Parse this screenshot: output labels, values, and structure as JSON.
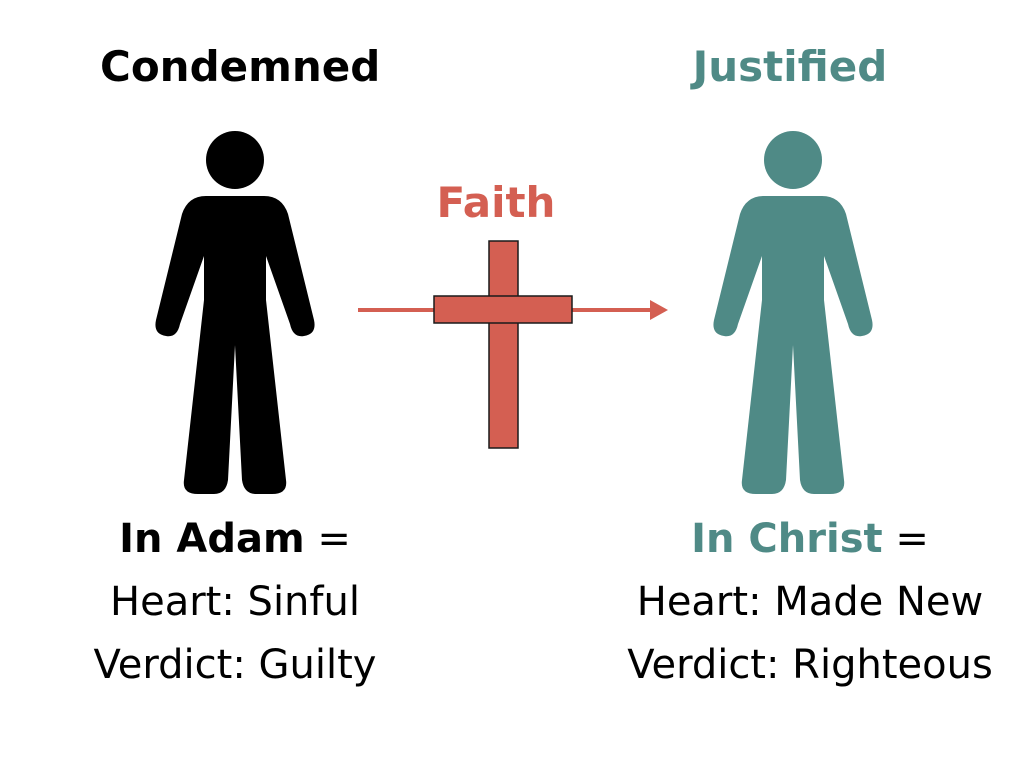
{
  "left": {
    "heading": "Condemned",
    "subject": "In Adam",
    "equals": " =",
    "heart": "Heart: Sinful",
    "verdict": "Verdict: Guilty",
    "color": "#000000",
    "icon": "person-icon"
  },
  "center": {
    "label": "Faith",
    "color": "#d45f52",
    "icon": "cross-icon",
    "arrow_icon": "arrow-right-icon"
  },
  "right": {
    "heading": "Justified",
    "subject": "In Christ",
    "equals": " =",
    "heart": "Heart: Made New",
    "verdict": "Verdict: Righteous",
    "color": "#4f8a86",
    "icon": "person-icon"
  }
}
